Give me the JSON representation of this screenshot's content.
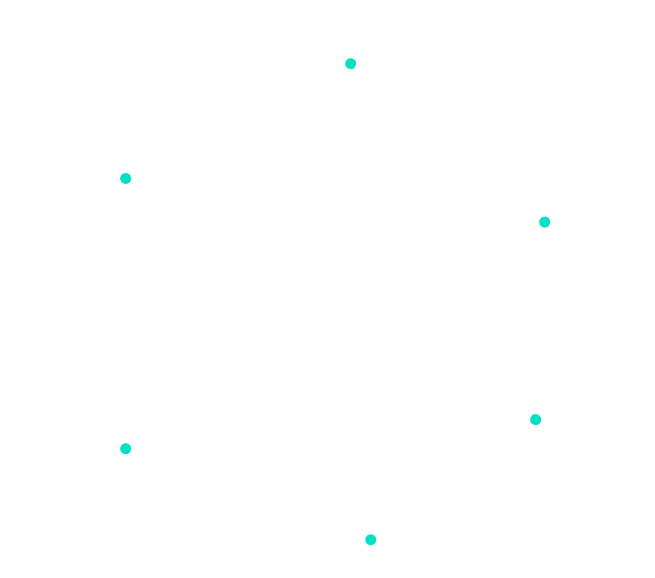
{
  "canvas": {
    "background_color": "#ffffff"
  },
  "nodes": {
    "count": 6,
    "color": "#00E0C6",
    "shape": "circle",
    "items": [
      {
        "id": "node-1",
        "name": "dot-top"
      },
      {
        "id": "node-2",
        "name": "dot-upper-left"
      },
      {
        "id": "node-3",
        "name": "dot-upper-right"
      },
      {
        "id": "node-4",
        "name": "dot-lower-right"
      },
      {
        "id": "node-5",
        "name": "dot-lower-left"
      },
      {
        "id": "node-6",
        "name": "dot-bottom"
      }
    ]
  }
}
